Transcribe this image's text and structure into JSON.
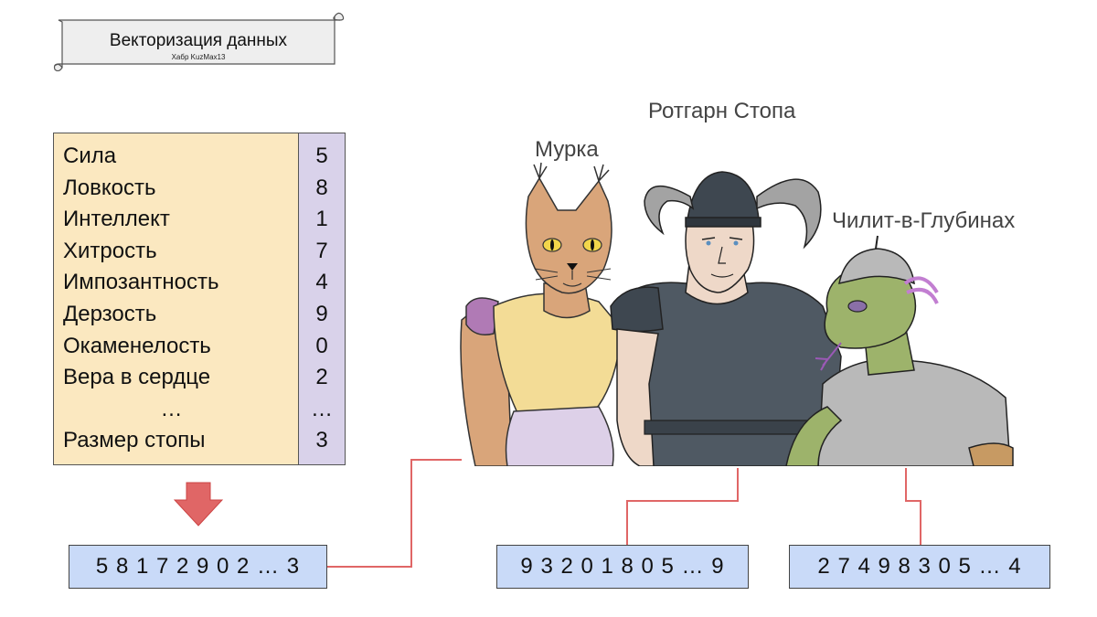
{
  "banner": {
    "title": "Векторизация данных",
    "subtitle": "Хабр KuzMax13"
  },
  "attributes": [
    {
      "name": "Сила",
      "value": "5"
    },
    {
      "name": "Ловкость",
      "value": "8"
    },
    {
      "name": "Интеллект",
      "value": "1"
    },
    {
      "name": "Хитрость",
      "value": "7"
    },
    {
      "name": "Импозантность",
      "value": "4"
    },
    {
      "name": "Дерзость",
      "value": "9"
    },
    {
      "name": "Окаменелость",
      "value": "0"
    },
    {
      "name": "Вера в сердце",
      "value": "2"
    },
    {
      "name": "…",
      "value": "…"
    },
    {
      "name": "Размер стопы",
      "value": "3"
    }
  ],
  "characters": {
    "murka": "Мурка",
    "rotgarn": "Ротгарн Стопа",
    "chilit": "Чилит-в-Глубинах"
  },
  "vectors": {
    "murka": "5 8 1 7 2 9 0 2 … 3",
    "rotgarn": "9 3 2 0 1 8 0 5 … 9",
    "chilit": "2 7 4 9 8 3 0 5 … 4"
  },
  "colors": {
    "names_bg": "#fbe8c0",
    "values_bg": "#d9d2ea",
    "vector_bg": "#c9daf8",
    "arrow": "#e06666",
    "connector": "#e06666"
  }
}
